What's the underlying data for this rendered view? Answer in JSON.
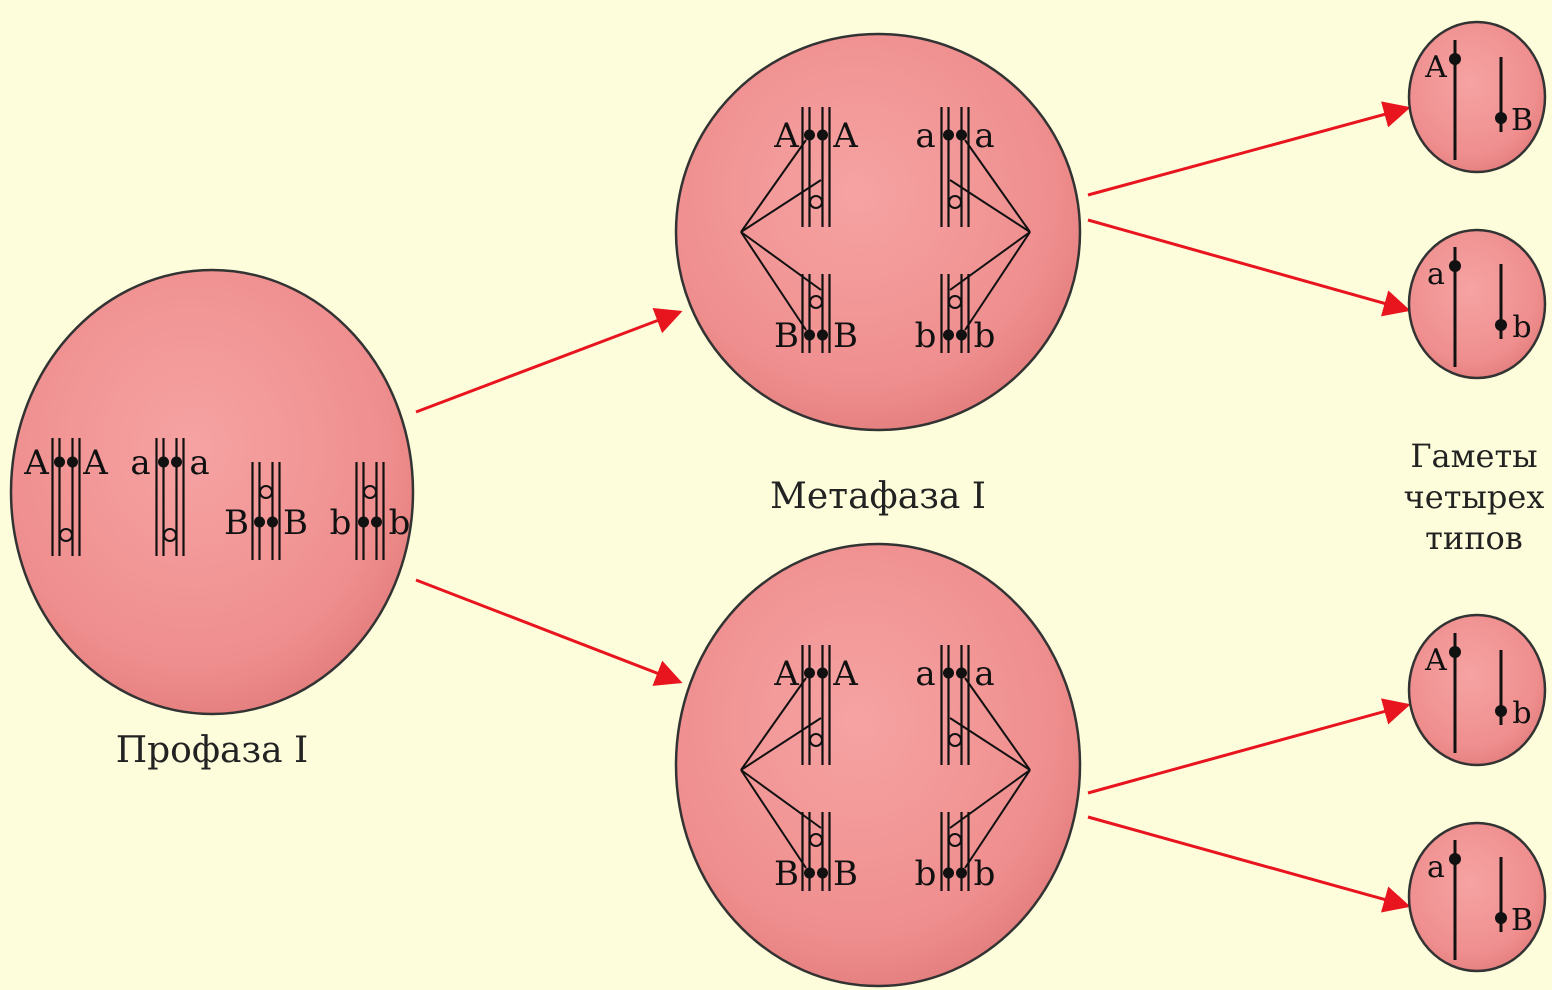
{
  "labels": {
    "prophase": "Профаза I",
    "metaphase": "Метафаза I",
    "gametes_line1": "Гаметы",
    "gametes_line2": "четырех",
    "gametes_line3": "типов"
  },
  "prophase_cell": {
    "pairs": [
      {
        "left": "A",
        "right": "A",
        "centromere": "top"
      },
      {
        "left": "a",
        "right": "a",
        "centromere": "top"
      },
      {
        "left": "B",
        "right": "B",
        "centromere": "bottom"
      },
      {
        "left": "b",
        "right": "b",
        "centromere": "bottom"
      }
    ]
  },
  "metaphase_cells": [
    {
      "top_left": {
        "left": "A",
        "right": "A"
      },
      "top_right": {
        "left": "a",
        "right": "a"
      },
      "bottom_left": {
        "left": "B",
        "right": "B"
      },
      "bottom_right": {
        "left": "b",
        "right": "b"
      }
    },
    {
      "top_left": {
        "left": "A",
        "right": "A"
      },
      "top_right": {
        "left": "a",
        "right": "a"
      },
      "bottom_left": {
        "left": "B",
        "right": "B"
      },
      "bottom_right": {
        "left": "b",
        "right": "b"
      }
    }
  ],
  "gametes": [
    {
      "first": "A",
      "second": "B"
    },
    {
      "first": "a",
      "second": "b"
    },
    {
      "first": "A",
      "second": "b"
    },
    {
      "first": "a",
      "second": "B"
    }
  ],
  "colors": {
    "background": "#fdfddc",
    "cell_fill": "#f09090",
    "cell_outline": "#333333",
    "arrow": "#e8141e",
    "chromosome": "#111111"
  }
}
